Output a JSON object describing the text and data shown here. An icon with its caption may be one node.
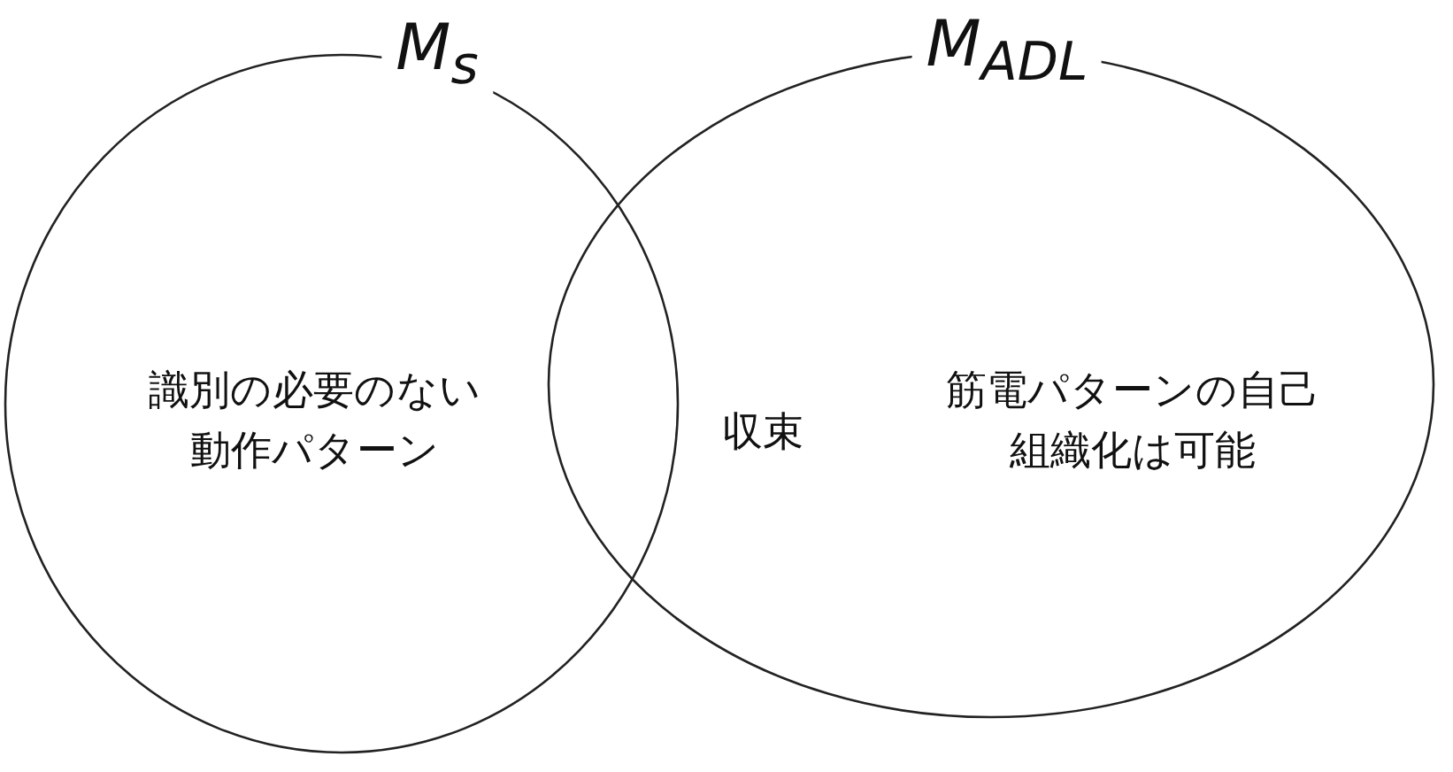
{
  "diagram": {
    "nodes": [
      {
        "text": [
          "M$_{s}$",
          "識別の必要のない動作パターン"
        ]
      },
      {
        "text": [
          "M$_{ADL}$",
          "筋電パターンの自己組織化は可能"
        ]
      }
    ],
    "edges": [],
    "labels": [
      "収束"
    ]
  }
}
